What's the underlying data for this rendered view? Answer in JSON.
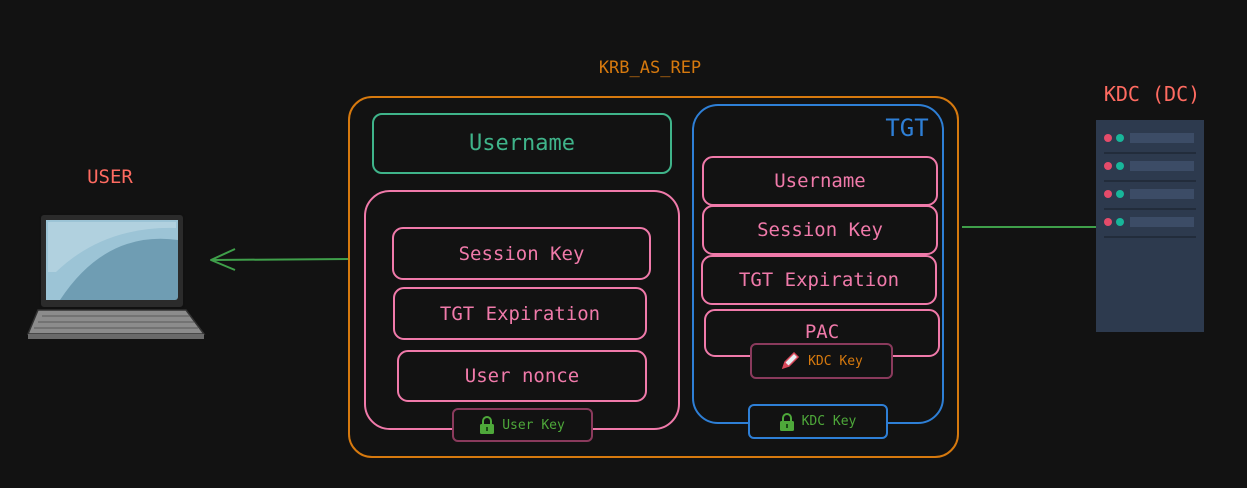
{
  "title": "KRB_AS_REP",
  "user_label": "USER",
  "kdc_label": "KDC (DC)",
  "outer": {
    "username": "Username",
    "encrypted_part": {
      "fields": [
        "Session Key",
        "TGT Expiration",
        "User nonce"
      ],
      "key_label": "User Key"
    }
  },
  "tgt": {
    "title": "TGT",
    "fields": [
      "Username",
      "Session Key",
      "TGT Expiration",
      "PAC"
    ],
    "pac_signature_label": "KDC Key",
    "key_label": "KDC Key"
  },
  "colors": {
    "outer": "#d6790e",
    "username": "#3fb48a",
    "pink": "#f07aaa",
    "tgt": "#2e7fd6",
    "lock": "#4ea83a",
    "label_red": "#ff6b61",
    "arrow": "#3f9f4a"
  }
}
